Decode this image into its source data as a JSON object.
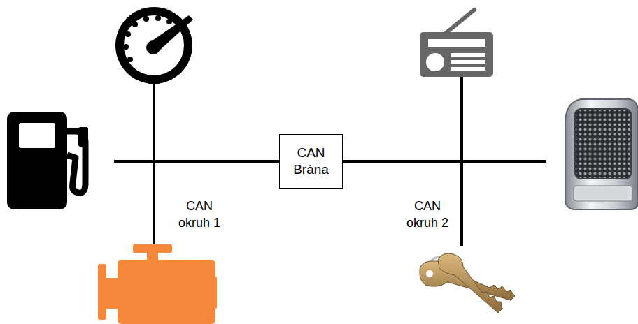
{
  "diagram": {
    "nodes": [
      {
        "text": [
          "CAN Brána"
        ]
      }
    ],
    "labels": [
      "CAN okruh 1",
      "CAN okruh 2"
    ]
  }
}
